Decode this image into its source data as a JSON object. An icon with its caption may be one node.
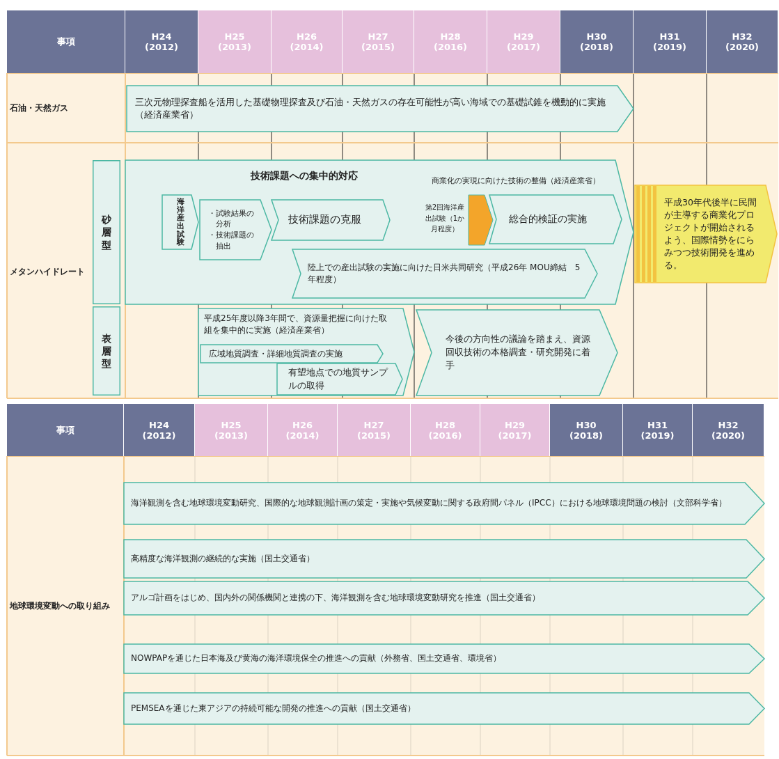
{
  "diagram": {
    "nodes": [
      {
        "text": [
          "三次元物理探査船を活用した基礎物理探査及び石油・天然ガスの存在可能性が高い海域での基礎試錐を機動的に実施（経済産業省）"
        ]
      },
      {
        "text": [
          "砂層型"
        ]
      },
      {
        "text": [
          "技術課題への集中的対応",
          "商業化の実現に向けた技術の整備（経済産業省）"
        ]
      },
      {
        "text": [
          "海洋産出試験"
        ],
        "in": 2
      },
      {
        "text": [
          "・試験結果の分析",
          "・技術課題の抽出"
        ],
        "in": 2
      },
      {
        "text": [
          "技術課題の克服"
        ],
        "in": 2
      },
      {
        "text": [],
        "shape": "arrow",
        "beside": [
          "第2回海洋産出試験（1か月程度）"
        ],
        "in": 2
      },
      {
        "text": [
          "総合的検証の実施"
        ],
        "in": 2
      },
      {
        "text": [
          "陸上での産出試験の実施に向けた日米共同研究（平成26年 MOU締結　5年程度）"
        ],
        "in": 2
      },
      {
        "text": [
          "平成30年代後半に民間が主導する商業化プロジェクトが開始されるよう、国際情勢をにらみつつ技術開発を進める。"
        ]
      },
      {
        "text": [
          "表層型"
        ]
      },
      {
        "text": [
          "平成25年度以降3年間で、資源量把握に向けた取組を集中的に実施（経済産業省）"
        ]
      },
      {
        "text": [
          "広域地質調査・詳細地質調査の実施"
        ],
        "in": 11
      },
      {
        "text": [
          "有望地点での地質サンプルの取得"
        ],
        "in": 11
      },
      {
        "text": [
          "今後の方向性の議論を踏まえ、資源回収技術の本格調査・研究開発に着手"
        ]
      },
      {
        "text": [
          "海洋観測を含む地球環境変動研究、国際的な地球観測計画の策定・実施や気候変動に関する政府間パネル（IPCC）における地球環境問題の検討（文部科学省）"
        ]
      },
      {
        "text": [
          "高精度な海洋観測の継続的な実施（国土交通省）"
        ]
      },
      {
        "text": [
          "アルゴ計画をはじめ、国内外の関係機関と連携の下、海洋観測を含む地球環境変動研究を推進（国土交通省）"
        ]
      },
      {
        "text": [
          "NOWPAPを通じた日本海及び黄海の海洋環境保全の推進への貢献（外務省、国土交通省、環境省）"
        ]
      },
      {
        "text": [
          "PEMSEAを通じた東アジアの持続可能な開発の推進への貢献（国土交通省）"
        ]
      }
    ],
    "labels": [
      "事項",
      "H24 (2012)",
      "H25 (2013)",
      "H26 (2014)",
      "H27 (2015)",
      "H28 (2016)",
      "H29 (2017)",
      "H30 (2018)",
      "H31 (2019)",
      "H32 (2020)",
      "石油・天然ガス",
      "メタンハイドレート",
      "事項",
      "H24 (2012)",
      "H25 (2013)",
      "H26 (2014)",
      "H27 (2015)",
      "H28 (2016)",
      "H29 (2017)",
      "H30 (2018)",
      "H31 (2019)",
      "H32 (2020)",
      "地球環境変動への取り組み"
    ]
  }
}
